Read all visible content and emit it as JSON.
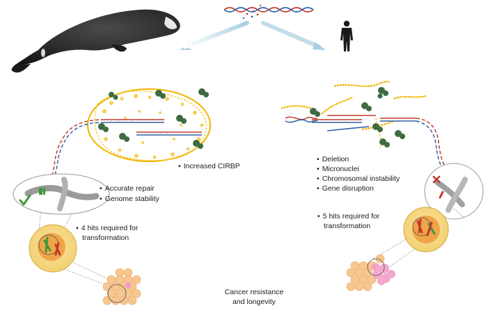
{
  "labels": {
    "increased_cirbp": "Increased CIRBP",
    "accurate_repair": "Accurate repair",
    "genome_stability": "Genome stability",
    "hits4_line1": "4 hits required for",
    "hits4_line2": "transformation",
    "deletion": "Deletion",
    "micronuclei": "Micronuclei",
    "chromosomal_instability": "Chromosomal instability",
    "gene_disruption": "Gene disruption",
    "hits5_line1": "5 hits required for",
    "hits5_line2": "transformation",
    "cancer_line1": "Cancer resistance",
    "cancer_line2": "and longevity"
  },
  "colors": {
    "dna_red": "#c0392b",
    "dna_blue": "#2b5fa8",
    "protein_gold": "#f0b400",
    "protein_green": "#3f6b43",
    "chromosome_gray": "#9a9a9a",
    "cell_yellow": "#f7dc8a",
    "nucleus_orange": "#ef9a3c",
    "arrow_blue": "#b9d8e6",
    "check_green": "#3a9a3a",
    "cross_red": "#c0392b",
    "tumor_pink": "#f29bc6"
  },
  "icons": [
    "bowhead-whale-icon",
    "human-silhouette-icon",
    "check-mark-icon",
    "cross-mark-icon"
  ]
}
